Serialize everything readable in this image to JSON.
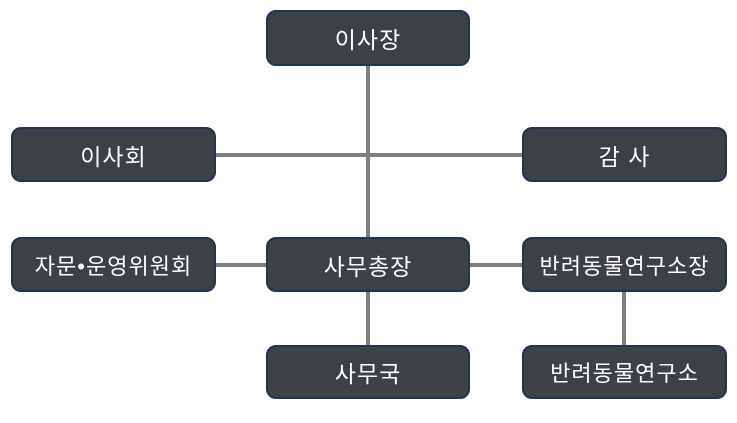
{
  "org_chart": {
    "nodes": {
      "chairman": {
        "label": "이사장"
      },
      "board": {
        "label": "이사회"
      },
      "auditor": {
        "label": "감 사"
      },
      "advisory": {
        "label": "자문•운영위원회"
      },
      "secretary_general": {
        "label": "사무총장"
      },
      "institute_director": {
        "label": "반려동물연구소장"
      },
      "secretariat": {
        "label": "사무국"
      },
      "institute": {
        "label": "반려동물연구소"
      }
    },
    "edges": [
      {
        "from": "chairman",
        "to": "secretary_general"
      },
      {
        "from": "board",
        "to": "auditor"
      },
      {
        "from": "advisory",
        "to": "secretary_general"
      },
      {
        "from": "secretary_general",
        "to": "institute_director"
      },
      {
        "from": "secretary_general",
        "to": "secretariat"
      },
      {
        "from": "institute_director",
        "to": "institute"
      }
    ],
    "colors": {
      "node_fill": "#3d4044",
      "node_border": "#203459",
      "node_text": "#ffffff",
      "connector": "#808080",
      "background": "#ffffff"
    }
  }
}
